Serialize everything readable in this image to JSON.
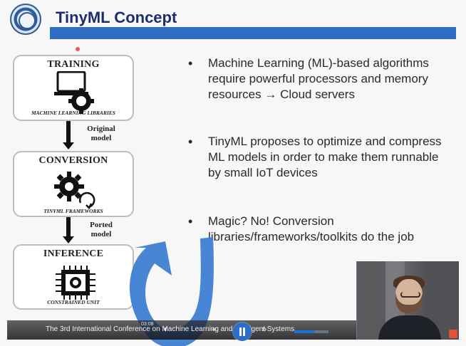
{
  "slide": {
    "title": "TinyML Concept",
    "steps": [
      {
        "title": "TRAINING",
        "caption": "MACHINE LEARNING LIBRARIES"
      },
      {
        "title": "CONVERSION",
        "caption": "TINYML FRAMEWORKS"
      },
      {
        "title": "INFERENCE",
        "caption": "CONSTRAINED UNIT"
      }
    ],
    "connectors": [
      {
        "label": "Original\nmodel"
      },
      {
        "label": "Ported\nmodel"
      }
    ],
    "bullets": [
      "Machine Learning (ML)-based algorithms require powerful processors and memory resources → Cloud servers",
      "TinyML proposes to optimize and compress ML models in order to make them runnable by small IoT devices",
      "Magic? No! Conversion libraries/frameworks/toolkits do the job"
    ]
  },
  "player": {
    "caption": "The 3rd International Conference on Machine Learning and Intelligent Systems",
    "time": "03:08",
    "progress_fraction": 0.58
  },
  "colors": {
    "title_text": "#1d2e6e",
    "title_bar": "#2f6ec3",
    "accent_arrow": "#3e7ed3",
    "play_button": "#2b6fcc"
  }
}
